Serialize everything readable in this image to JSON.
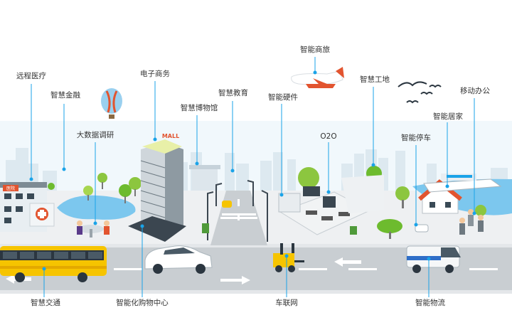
{
  "labels": {
    "smart_medical": "远程医疗",
    "smart_finance": "智慧金融",
    "big_data": "大数据调研",
    "ecommerce": "电子商务",
    "smart_museum": "智慧博物馆",
    "smart_education": "智慧教育",
    "smart_hardware": "智能硬件",
    "smart_travel": "智能商旅",
    "o2o": "O2O",
    "smart_site": "智慧工地",
    "smart_parking": "智能停车",
    "smart_home": "智能居家",
    "mobile_office": "移动办公",
    "smart_transport": "智慧交通",
    "smart_shopping": "智能化购物中心",
    "iov": "车联网",
    "smart_logistics": "智能物流"
  },
  "signs": {
    "mall": "MALL",
    "hospital": "医院"
  },
  "colors": {
    "accent": "#1aa3e8",
    "sky": "#eef8fd",
    "road": "#cfd3d6",
    "water": "#7cc7ee",
    "grass": "#6dbb2e",
    "bus": "#f6c400"
  }
}
